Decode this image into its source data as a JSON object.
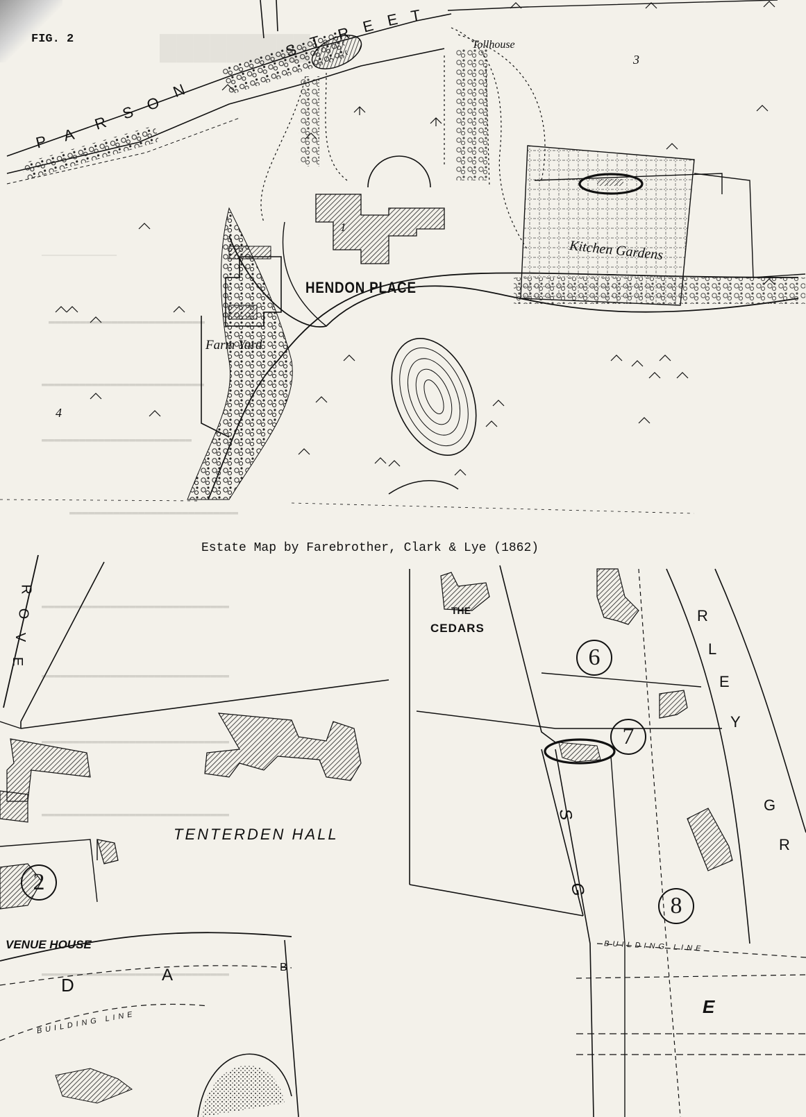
{
  "figure_label": "FIG. 2",
  "caption": {
    "marker_icon": "triangle-marker-icon",
    "text": "Estate Map by Farebrother, Clark & Lye (1862)"
  },
  "upper_map": {
    "street_letters_parson": [
      "P",
      "A",
      "R",
      "S",
      "O",
      "N"
    ],
    "street_letters_street": [
      "S",
      "T",
      "R",
      "E",
      "E",
      "T"
    ],
    "tollhouse": "Tollhouse",
    "hendon_place": "HENDON PLACE",
    "farm_yard": "Farm Yard",
    "kitchen_gardens": "Kitchen Gardens",
    "num_1": "1",
    "num_3": "3",
    "num_4": "4"
  },
  "lower_map": {
    "grove_letters": [
      "R",
      "O",
      "V",
      "E"
    ],
    "tenterden_hall": "TENTERDEN HALL",
    "the_cedars_the": "THE",
    "the_cedars_cedars": "CEDARS",
    "avenue_house": "VENUE HOUSE",
    "building_line": "BUILDING LINE",
    "building_line_left": "BUILDING LINE",
    "d_letter": "D",
    "a_letter": "A",
    "b_letter": "B",
    "e_letter": "E",
    "g_letters_vertical": [
      "G",
      "S"
    ],
    "rley_letters": [
      "R",
      "L",
      "E",
      "Y"
    ],
    "g_right": "G",
    "r_right": "R",
    "circled_2": "2",
    "circled_6": "6",
    "circled_7": "7",
    "circled_8": "8"
  },
  "colors": {
    "paper": "#f3f1ea",
    "ink": "#111111",
    "ghost_text": "#b9b7b0"
  }
}
